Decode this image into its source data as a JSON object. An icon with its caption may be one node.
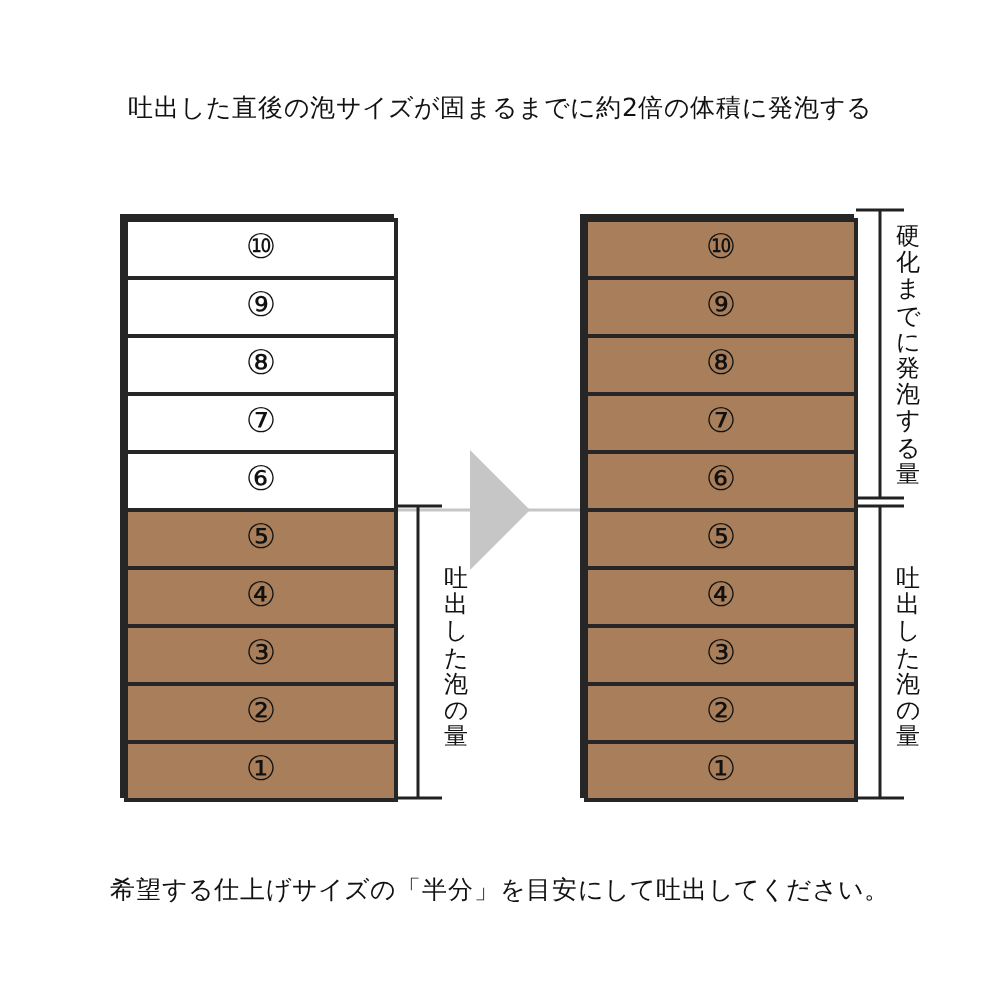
{
  "diagram": {
    "title": "吐出した直後の泡サイズが固まるまでに約2倍の体積に発泡する",
    "caption": "希望する仕上げサイズの「半分」を目安にして吐出してください。",
    "nodes": [
      {
        "text": [],
        "shape": "box"
      },
      {
        "text": [
          "⑩"
        ],
        "in": 0
      },
      {
        "text": [
          "⑨"
        ],
        "in": 0
      },
      {
        "text": [
          "⑧"
        ],
        "in": 0
      },
      {
        "text": [
          "⑦"
        ],
        "in": 0
      },
      {
        "text": [
          "⑥"
        ],
        "in": 0
      },
      {
        "text": [
          "⑤"
        ],
        "in": 0
      },
      {
        "text": [
          "④"
        ],
        "in": 0
      },
      {
        "text": [
          "③"
        ],
        "in": 0
      },
      {
        "text": [
          "②"
        ],
        "in": 0
      },
      {
        "text": [
          "①"
        ],
        "in": 0
      },
      {
        "text": [],
        "shape": "box"
      },
      {
        "text": [
          "⑩"
        ],
        "in": 11
      },
      {
        "text": [
          "⑨"
        ],
        "in": 11
      },
      {
        "text": [
          "⑧"
        ],
        "in": 11
      },
      {
        "text": [
          "⑦"
        ],
        "in": 11
      },
      {
        "text": [
          "⑥"
        ],
        "in": 11
      },
      {
        "text": [
          "⑤"
        ],
        "in": 11
      },
      {
        "text": [
          "④"
        ],
        "in": 11
      },
      {
        "text": [
          "③"
        ],
        "in": 11
      },
      {
        "text": [
          "②"
        ],
        "in": 11
      },
      {
        "text": [
          "①"
        ],
        "in": 11
      }
    ],
    "edges": [
      {
        "from": 0,
        "to": 11,
        "arrow": "to"
      }
    ],
    "labels": [
      "吐出した泡の量",
      "硬化までに発泡する量",
      "吐出した泡の量"
    ]
  }
}
